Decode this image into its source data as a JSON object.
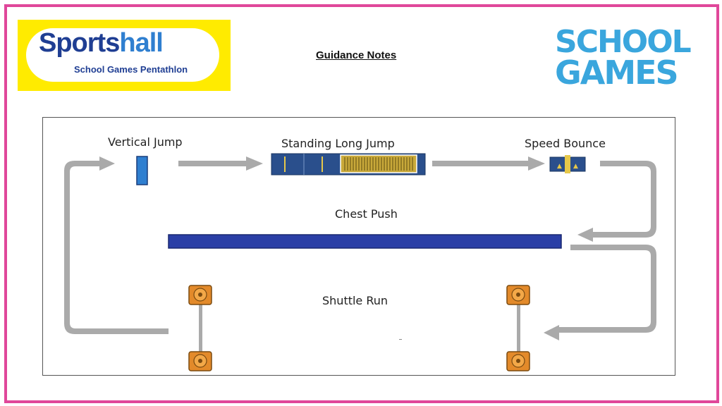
{
  "logo_left": {
    "brand_main": "Sports",
    "brand_light": "hall",
    "subtitle": "School Games Pentathlon"
  },
  "title": "Guidance Notes",
  "logo_right": {
    "line1": "SCHOOL",
    "line2": "GAMES"
  },
  "diagram": {
    "stations": {
      "vertical_jump": "Vertical Jump",
      "standing_long_jump": "Standing Long Jump",
      "speed_bounce": "Speed Bounce",
      "chest_push": "Chest Push",
      "shuttle_run": "Shuttle Run"
    }
  },
  "colors": {
    "frame": "#e0479a",
    "logo_yellow": "#ffeb00",
    "brand_blue": "#1f3e93",
    "games_blue": "#3aa6dd",
    "arrow_grey": "#aaaaaa",
    "mat_blue": "#2a3fa6",
    "cone_orange": "#e38a2a"
  }
}
